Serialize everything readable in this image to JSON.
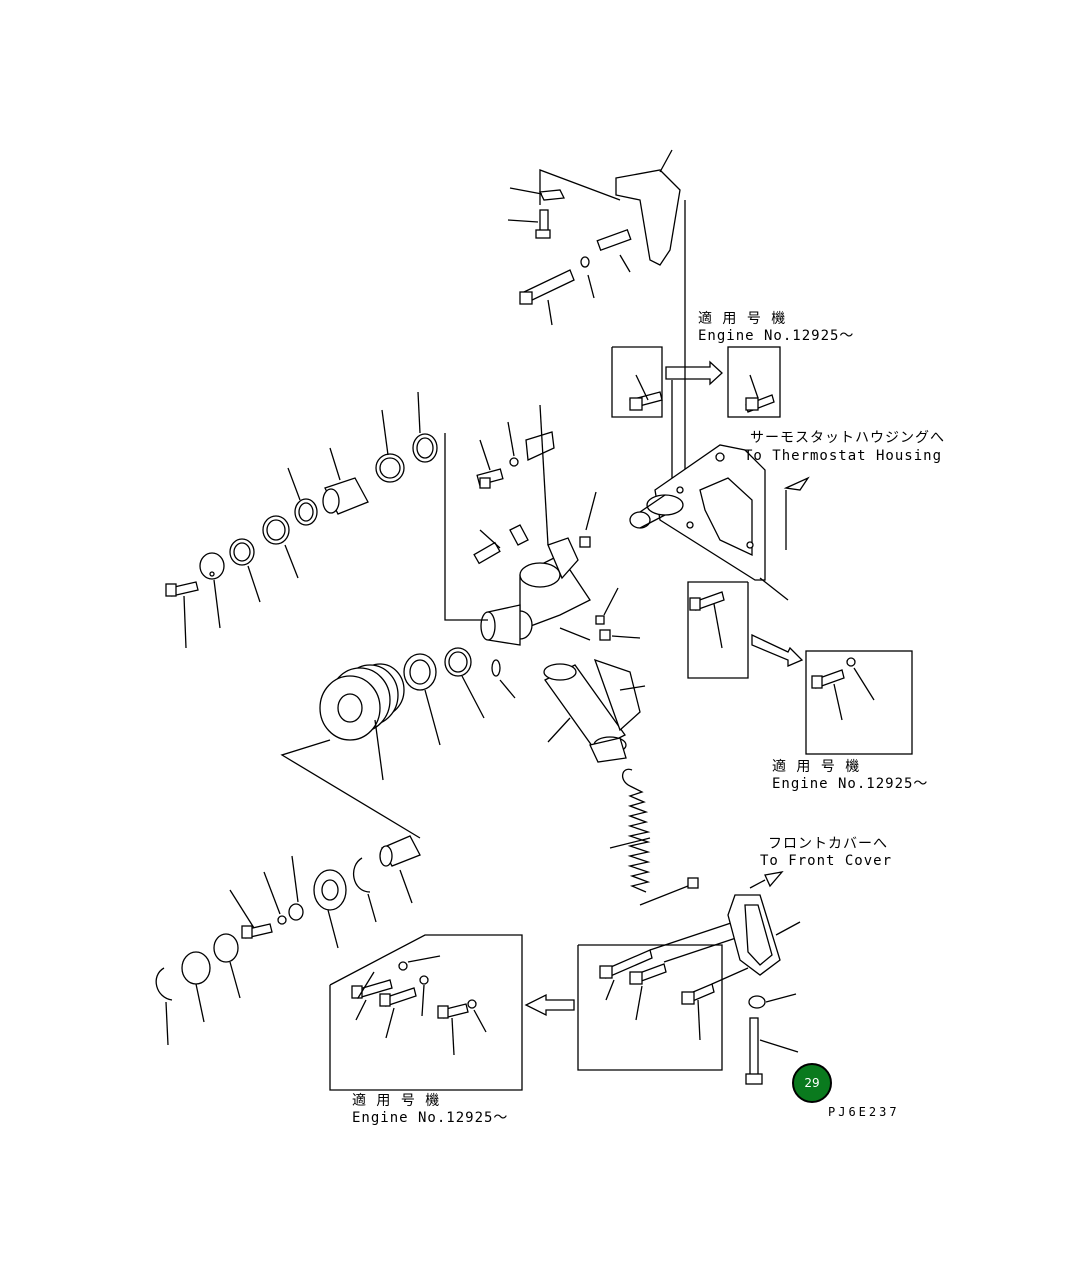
{
  "labels": {
    "applicable_top_jp": "適 用 号 機",
    "applicable_top_en": "Engine No.12925～",
    "thermostat_jp": "サーモスタットハウジングへ",
    "thermostat_en": "To Thermostat Housing",
    "applicable_mid_jp": "適 用 号 機",
    "applicable_mid_en": "Engine No.12925～",
    "front_cover_jp": "フロントカバーへ",
    "front_cover_en": "To Front Cover",
    "applicable_bottom_jp": "適 用 号 機",
    "applicable_bottom_en": "Engine No.12925～",
    "drawing_code": "PJ6E237"
  },
  "reference_badge": {
    "number": "29",
    "color": "#0a7a1e"
  }
}
